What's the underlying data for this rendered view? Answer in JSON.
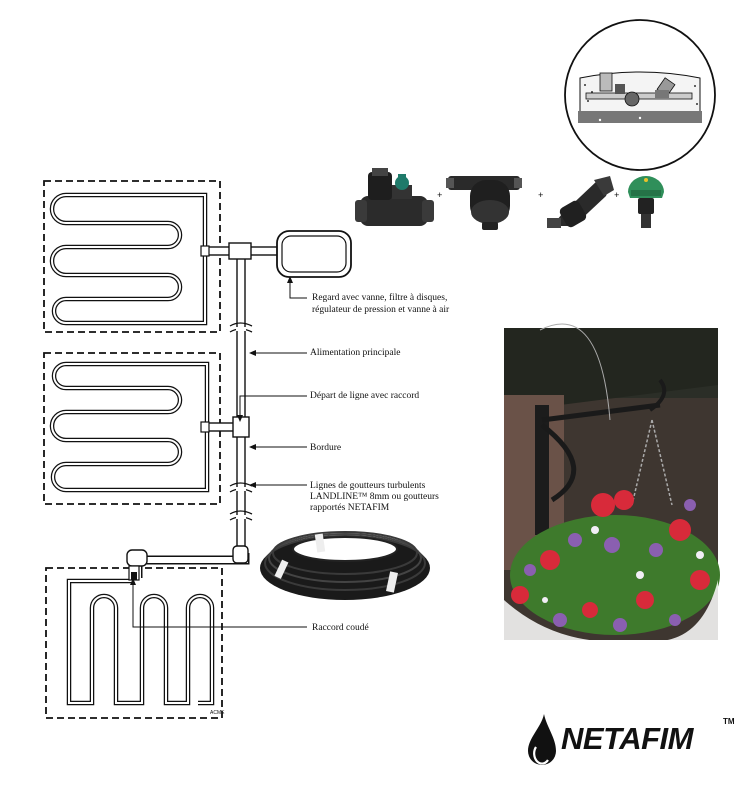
{
  "labels": {
    "regard_line1": "Regard avec vanne, filtre à disques,",
    "regard_line2": "régulateur de pression et vanne à air",
    "alimentation": "Alimentation principale",
    "depart": "Départ de ligne avec raccord",
    "bordure": "Bordure",
    "lignes_line1": "Lignes de goutteurs turbulents",
    "lignes_line2": "LANDLINE™ 8mm ou goutteurs",
    "lignes_line3": "rapportés NETAFIM",
    "raccord_coude": "Raccord coudé"
  },
  "components": {
    "plus": "+",
    "icons": [
      "solenoid-valve-icon",
      "disc-filter-icon",
      "pressure-regulator-icon",
      "air-valve-icon"
    ]
  },
  "logo": {
    "text": "NETAFIM",
    "trademark": "TM"
  },
  "colors": {
    "line": "#111111",
    "brand": "#111111",
    "air_valve_cap": "#2f8f5a",
    "valve_knob": "#1f7a6a",
    "flowers_red": "#d82a3a",
    "flowers_purple": "#8a5fb0",
    "foliage": "#3e7a2c"
  }
}
